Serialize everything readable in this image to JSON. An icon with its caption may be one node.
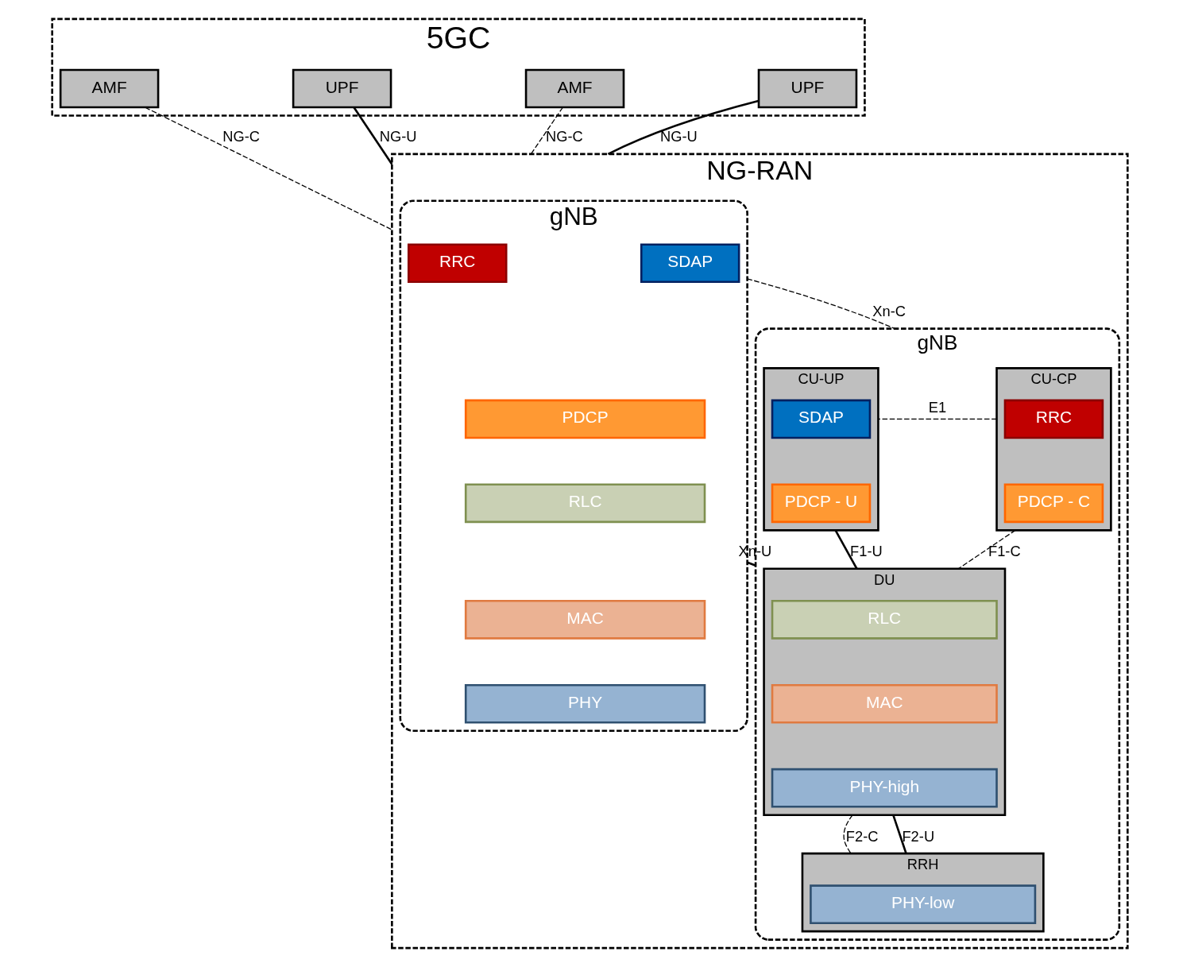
{
  "diagram": {
    "nodes": [
      {
        "text": [
          "5GC"
        ]
      },
      {
        "text": [
          "AMF"
        ],
        "in": 0
      },
      {
        "text": [
          "UPF"
        ],
        "in": 0
      },
      {
        "text": [
          "AMF"
        ],
        "in": 0
      },
      {
        "text": [
          "UPF"
        ],
        "in": 0
      },
      {
        "text": [
          "NG-RAN"
        ]
      },
      {
        "text": [
          "gNB"
        ],
        "in": 5
      },
      {
        "text": [
          "RRC"
        ],
        "in": 6
      },
      {
        "text": [
          "SDAP"
        ],
        "in": 6
      },
      {
        "text": [
          "PDCP"
        ],
        "in": 6
      },
      {
        "text": [
          "RLC"
        ],
        "in": 6
      },
      {
        "text": [
          "MAC"
        ],
        "in": 6
      },
      {
        "text": [
          "PHY"
        ],
        "in": 6
      },
      {
        "text": [
          "gNB"
        ],
        "in": 5
      },
      {
        "text": [
          "CU-CP"
        ],
        "in": 13
      },
      {
        "text": [
          "RRC"
        ],
        "in": 14
      },
      {
        "text": [
          "PDCP - C"
        ],
        "in": 14
      },
      {
        "text": [
          "CU-UP"
        ],
        "in": 13
      },
      {
        "text": [
          "SDAP"
        ],
        "in": 17
      },
      {
        "text": [
          "PDCP - U"
        ],
        "in": 17
      },
      {
        "text": [
          "DU"
        ],
        "in": 13
      },
      {
        "text": [
          "RLC"
        ],
        "in": 20
      },
      {
        "text": [
          "MAC"
        ],
        "in": 20
      },
      {
        "text": [
          "PHY-high"
        ],
        "in": 20
      },
      {
        "text": [
          "RRH"
        ],
        "in": 13
      },
      {
        "text": [
          "PHY-low"
        ],
        "in": 24
      }
    ],
    "edges": [
      {
        "from": 1,
        "to": 5,
        "arrow": "none",
        "label": "NG-C",
        "style": "dashed"
      },
      {
        "from": 2,
        "to": 5,
        "arrow": "none",
        "label": "NG-U"
      },
      {
        "from": 3,
        "to": 5,
        "arrow": "none",
        "label": "NG-C",
        "style": "dashed"
      },
      {
        "from": 4,
        "to": 5,
        "arrow": "none",
        "label": "NG-U"
      },
      {
        "from": 6,
        "to": 13,
        "arrow": "none",
        "label": "Xn-C",
        "style": "dashed"
      },
      {
        "from": 6,
        "to": 13,
        "arrow": "none",
        "label": "Xn-U"
      },
      {
        "from": 14,
        "to": 17,
        "arrow": "none",
        "label": "E1",
        "style": "dashed"
      },
      {
        "from": 14,
        "to": 20,
        "arrow": "none",
        "label": "F1-C",
        "style": "dashed"
      },
      {
        "from": 17,
        "to": 20,
        "arrow": "none",
        "label": "F1-U"
      },
      {
        "from": 20,
        "to": 24,
        "arrow": "none",
        "label": "F2-C",
        "style": "dashed"
      },
      {
        "from": 20,
        "to": 24,
        "arrow": "none",
        "label": "F2-U"
      }
    ]
  }
}
